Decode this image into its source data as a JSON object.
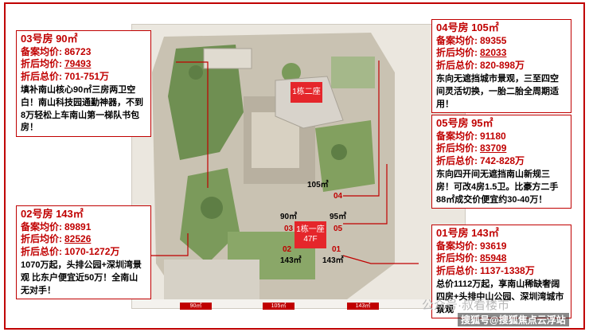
{
  "boxes": {
    "u03": {
      "title": "03号房 90㎡",
      "rows": [
        {
          "label": "备案均价:",
          "value": "86723"
        },
        {
          "label": "折后均价:",
          "value": "79493"
        },
        {
          "label": "折后总价:",
          "value": "701-751万"
        }
      ],
      "desc": "填补南山核心90㎡三房两卫空白！南山科技园通勤神器，不到8万轻松上车南山第一梯队书包房！"
    },
    "u02": {
      "title": "02号房 143㎡",
      "rows": [
        {
          "label": "备案均价:",
          "value": "89891"
        },
        {
          "label": "折后均价:",
          "value": "82526"
        },
        {
          "label": "折后总价:",
          "value": "1070-1272万"
        }
      ],
      "desc": "1070万起，头排公园+深圳湾景观 比东户便宜近50万！全南山无对手！"
    },
    "u04": {
      "title": "04号房 105㎡",
      "rows": [
        {
          "label": "备案均价:",
          "value": "89355"
        },
        {
          "label": "折后均价:",
          "value": "82033"
        },
        {
          "label": "折后总价:",
          "value": "820-898万"
        }
      ],
      "desc": "东向无遮挡城市景观，三至四空间灵活切换，一胎二胎全周期适用！"
    },
    "u05": {
      "title": "05号房 95㎡",
      "rows": [
        {
          "label": "备案均价:",
          "value": "91180"
        },
        {
          "label": "折后均价:",
          "value": "83709"
        },
        {
          "label": "折后总价:",
          "value": "742-828万"
        }
      ],
      "desc": "东向四开间无遮挡南山新规三房！可改4房1.5卫。比豪方二手88㎡成交价便宜约30-40万！"
    },
    "u01": {
      "title": "01号房 143㎡",
      "rows": [
        {
          "label": "备案均价:",
          "value": "93619"
        },
        {
          "label": "折后均价:",
          "value": "85948"
        },
        {
          "label": "折后总价:",
          "value": "1137-1338万"
        }
      ],
      "desc": "总价1112万起，享南山稀缺奢阔四房+头排中山公园、深圳湾城市景观"
    }
  },
  "plan": {
    "building2": "1栋二座",
    "building1_name": "1栋一座",
    "building1_floors": "47F",
    "areas": {
      "a90": "90㎡",
      "a95": "95㎡",
      "a105": "105㎡",
      "a143l": "143㎡",
      "a143r": "143㎡"
    },
    "nums": {
      "n01": "01",
      "n02": "02",
      "n03": "03",
      "n04": "04",
      "n05": "05"
    },
    "legend": [
      "90㎡",
      "105㎡",
      "143㎡"
    ]
  },
  "watermark": {
    "main": "搜狐号@搜狐焦点云浮站",
    "faint": "公众号·叔看楼市"
  },
  "colors": {
    "accent": "#c00000",
    "building": "#e5262b"
  }
}
